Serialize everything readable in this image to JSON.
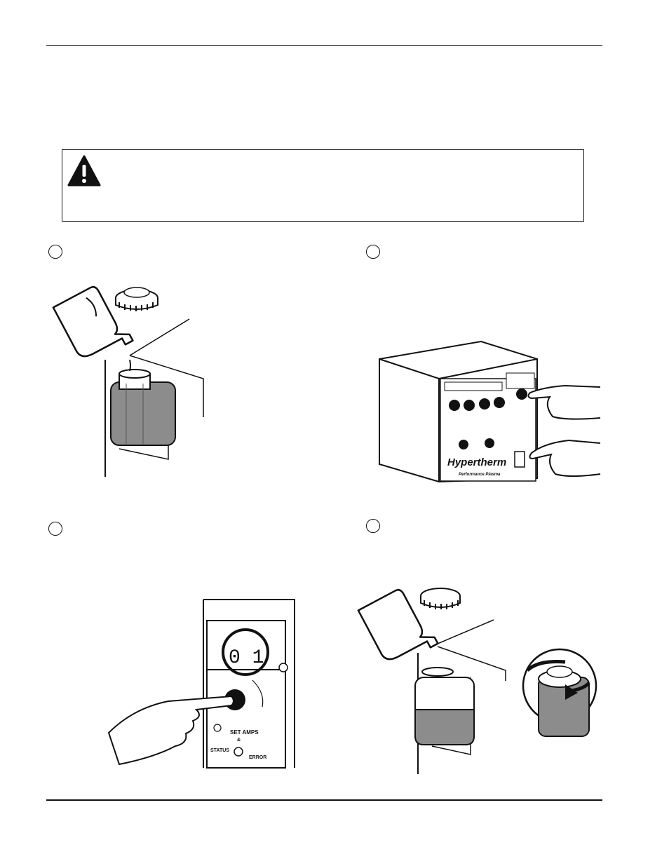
{
  "panel": {
    "brand": "Hypertherm",
    "subtitle": "Performance Plasma",
    "display_value": "0 1",
    "set_amps_label": "SET AMPS",
    "amp_symbol": "&",
    "status_label": "STATUS",
    "error_label": "ERROR"
  },
  "steps": [
    {
      "id": "step-1"
    },
    {
      "id": "step-2"
    },
    {
      "id": "step-3"
    },
    {
      "id": "step-4"
    }
  ],
  "colors": {
    "ink": "#111111",
    "coolant_gray": "#8c8c8c",
    "paper": "#ffffff"
  }
}
